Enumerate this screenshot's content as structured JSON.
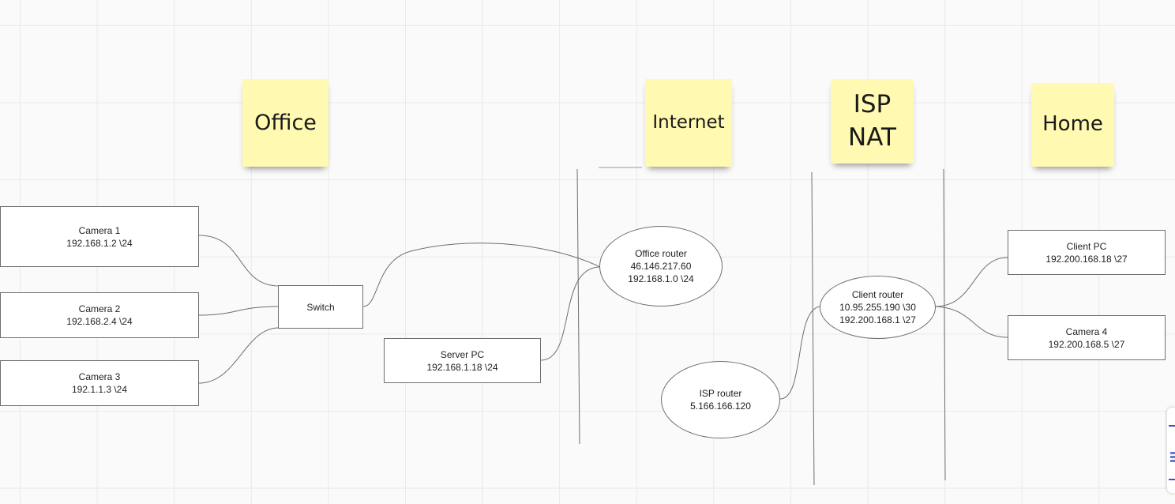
{
  "stickies": {
    "office": "Office",
    "internet": "Internet",
    "isp_nat": "ISP\nNAT",
    "home": "Home"
  },
  "nodes": {
    "camera1": {
      "name": "Camera 1",
      "ip": "192.168.1.2 \\24"
    },
    "camera2": {
      "name": "Camera 2",
      "ip": "192.168.2.4 \\24"
    },
    "camera3": {
      "name": "Camera 3",
      "ip": "192.1.1.3 \\24"
    },
    "switch": {
      "name": "Switch"
    },
    "server_pc": {
      "name": "Server PC",
      "ip": "192.168.1.18 \\24"
    },
    "office_router": {
      "name": "Office router",
      "ip1": "46.146.217.60",
      "ip2": "192.168.1.0 \\24"
    },
    "isp_router": {
      "name": "ISP router",
      "ip": "5.166.166.120"
    },
    "client_router": {
      "name": "Client router",
      "ip1": "10.95.255.190 \\30",
      "ip2": "192.200.168.1 \\27"
    },
    "client_pc": {
      "name": "Client PC",
      "ip": "192.200.168.18 \\27"
    },
    "camera4": {
      "name": "Camera 4",
      "ip": "192.200.168.5 \\27"
    }
  },
  "colors": {
    "sticky": "#fff9b1",
    "line": "#6e6e6e",
    "grid": "#e9e9e9"
  }
}
